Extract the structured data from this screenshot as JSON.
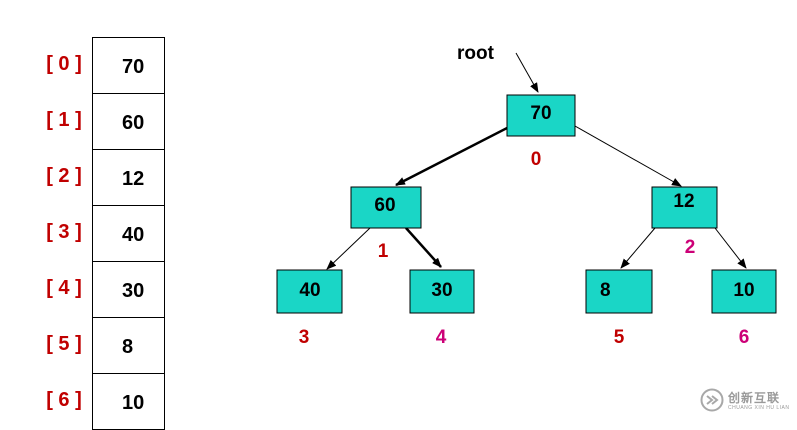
{
  "array": {
    "indices": [
      "[ 0 ]",
      "[ 1 ]",
      "[ 2 ]",
      "[ 3 ]",
      "[ 4 ]",
      "[ 5 ]",
      "[ 6 ]"
    ],
    "values": [
      "70",
      "60",
      "12",
      "40",
      "30",
      "8",
      "10"
    ]
  },
  "tree": {
    "root_label": "root",
    "nodes": [
      {
        "value": "70",
        "index": "0",
        "index_color": "#c00000"
      },
      {
        "value": "60",
        "index": "1",
        "index_color": "#c00000"
      },
      {
        "value": "12",
        "index": "2",
        "index_color": "#cc0077"
      },
      {
        "value": "40",
        "index": "3",
        "index_color": "#c00000"
      },
      {
        "value": "30",
        "index": "4",
        "index_color": "#cc0077"
      },
      {
        "value": "8",
        "index": "5",
        "index_color": "#c00000"
      },
      {
        "value": "10",
        "index": "6",
        "index_color": "#cc0077"
      }
    ],
    "node_color": "#1ad6c6"
  },
  "watermark": {
    "text": "创新互联",
    "subtext": "CHUANG XIN HU LIAN"
  }
}
